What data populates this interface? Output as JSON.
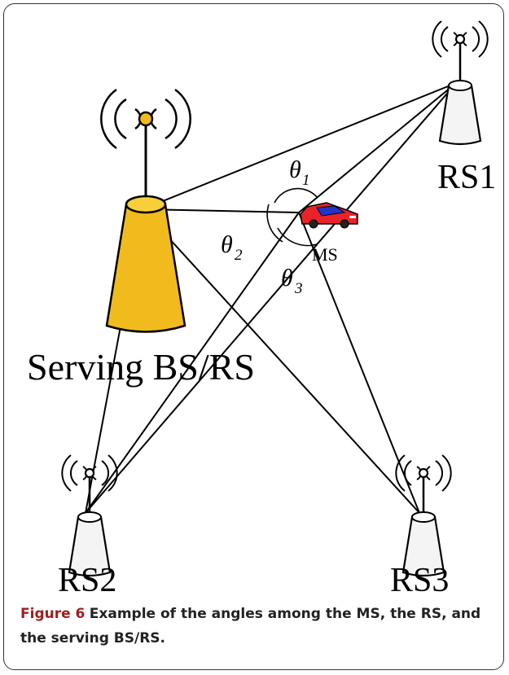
{
  "nodes": {
    "serving": {
      "label": "Serving BS/RS",
      "color": "#f2bb1d"
    },
    "rs1": {
      "label": "RS1"
    },
    "rs2": {
      "label": "RS2"
    },
    "rs3": {
      "label": "RS3"
    },
    "ms": {
      "label": "MS",
      "car_color": "#e8242a",
      "window_color": "#2233cc"
    }
  },
  "angles": {
    "theta1": {
      "symbol": "θ",
      "sub": "1"
    },
    "theta2": {
      "symbol": "θ",
      "sub": "2"
    },
    "theta3": {
      "symbol": "θ",
      "sub": "3"
    }
  },
  "caption": {
    "label": "Figure 6",
    "text": "Example of the angles among the MS, the RS, and the serving BS/RS."
  },
  "colors": {
    "caption_label": "#a11d1d",
    "frame": "#333333"
  }
}
